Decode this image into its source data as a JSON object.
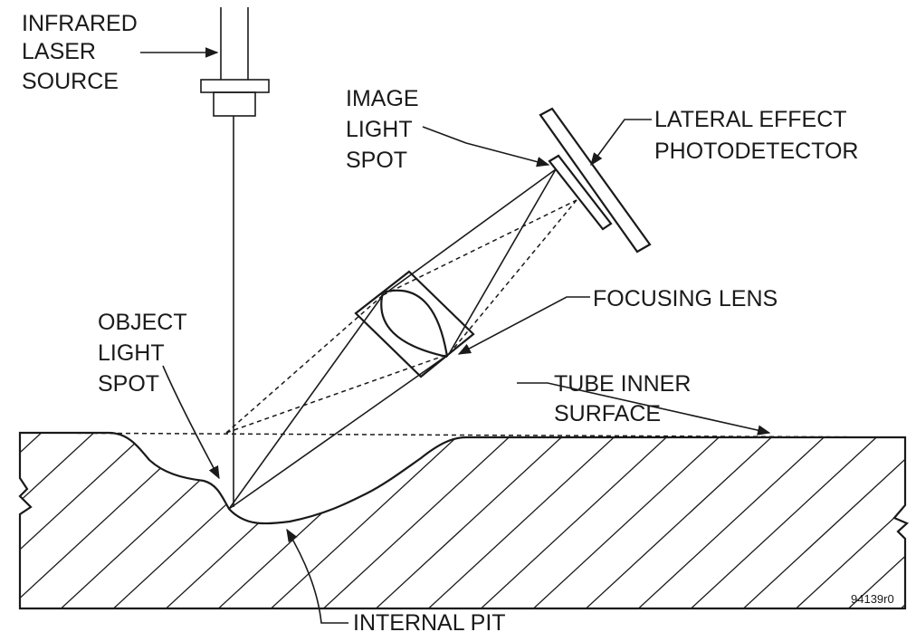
{
  "labels": {
    "infrared_laser_source": [
      "INFRARED",
      "LASER",
      "SOURCE"
    ],
    "image_light_spot": [
      "IMAGE",
      "LIGHT",
      "SPOT"
    ],
    "lateral_effect_photodetector": [
      "LATERAL EFFECT",
      "PHOTODETECTOR"
    ],
    "focusing_lens": "FOCUSING LENS",
    "object_light_spot": [
      "OBJECT",
      "LIGHT",
      "SPOT"
    ],
    "tube_inner_surface": [
      "TUBE INNER",
      "SURFACE"
    ],
    "internal_pit": "INTERNAL PIT",
    "figure_code": "94139r0"
  },
  "colors": {
    "ink": "#1a1a1a",
    "background": "#ffffff"
  }
}
